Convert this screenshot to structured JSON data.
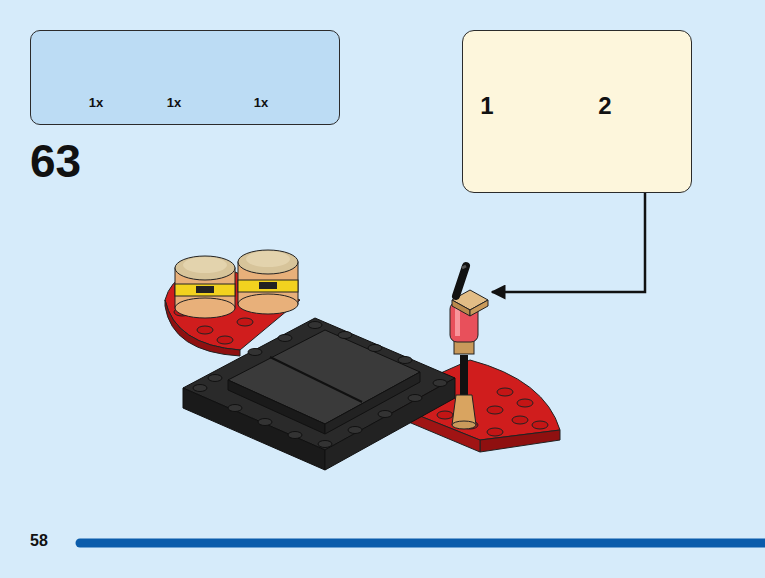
{
  "diagram": {
    "nodes": [
      {
        "text": [
          "1x",
          "1x",
          "1x"
        ]
      },
      {
        "text": [
          "1",
          "2"
        ]
      }
    ],
    "labels": [
      "63",
      "58"
    ]
  }
}
